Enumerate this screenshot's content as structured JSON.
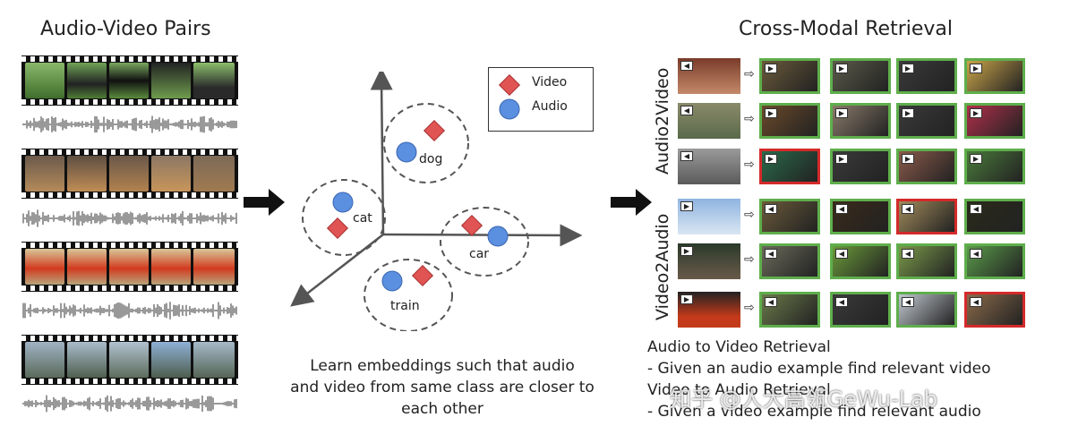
{
  "left_title": "Audio-Video Pairs",
  "right_title": "Cross-Modal Retrieval",
  "legend": {
    "video_label": "Video",
    "audio_label": "Audio"
  },
  "clusters": {
    "dog": "dog",
    "cat": "cat",
    "car": "car",
    "train": "train"
  },
  "caption": [
    "Learn embeddings such that audio",
    "and video from same class are closer to",
    "each other"
  ],
  "vertical_labels": {
    "a2v": "Audio2Video",
    "v2a": "Video2Audio"
  },
  "info": {
    "line1": "Audio to Video Retrieval",
    "line2": "-   Given an audio example find relevant video",
    "line3": "Video to Audio Retrieval",
    "line4": "-   Given a video example find relevant audio"
  },
  "watermark": "知乎 @人大高瓴GeWu-Lab",
  "colors": {
    "correct": "#5fae4c",
    "wrong": "#d42a2a",
    "audio": "#5b8fe0",
    "video": "#e05454"
  }
}
